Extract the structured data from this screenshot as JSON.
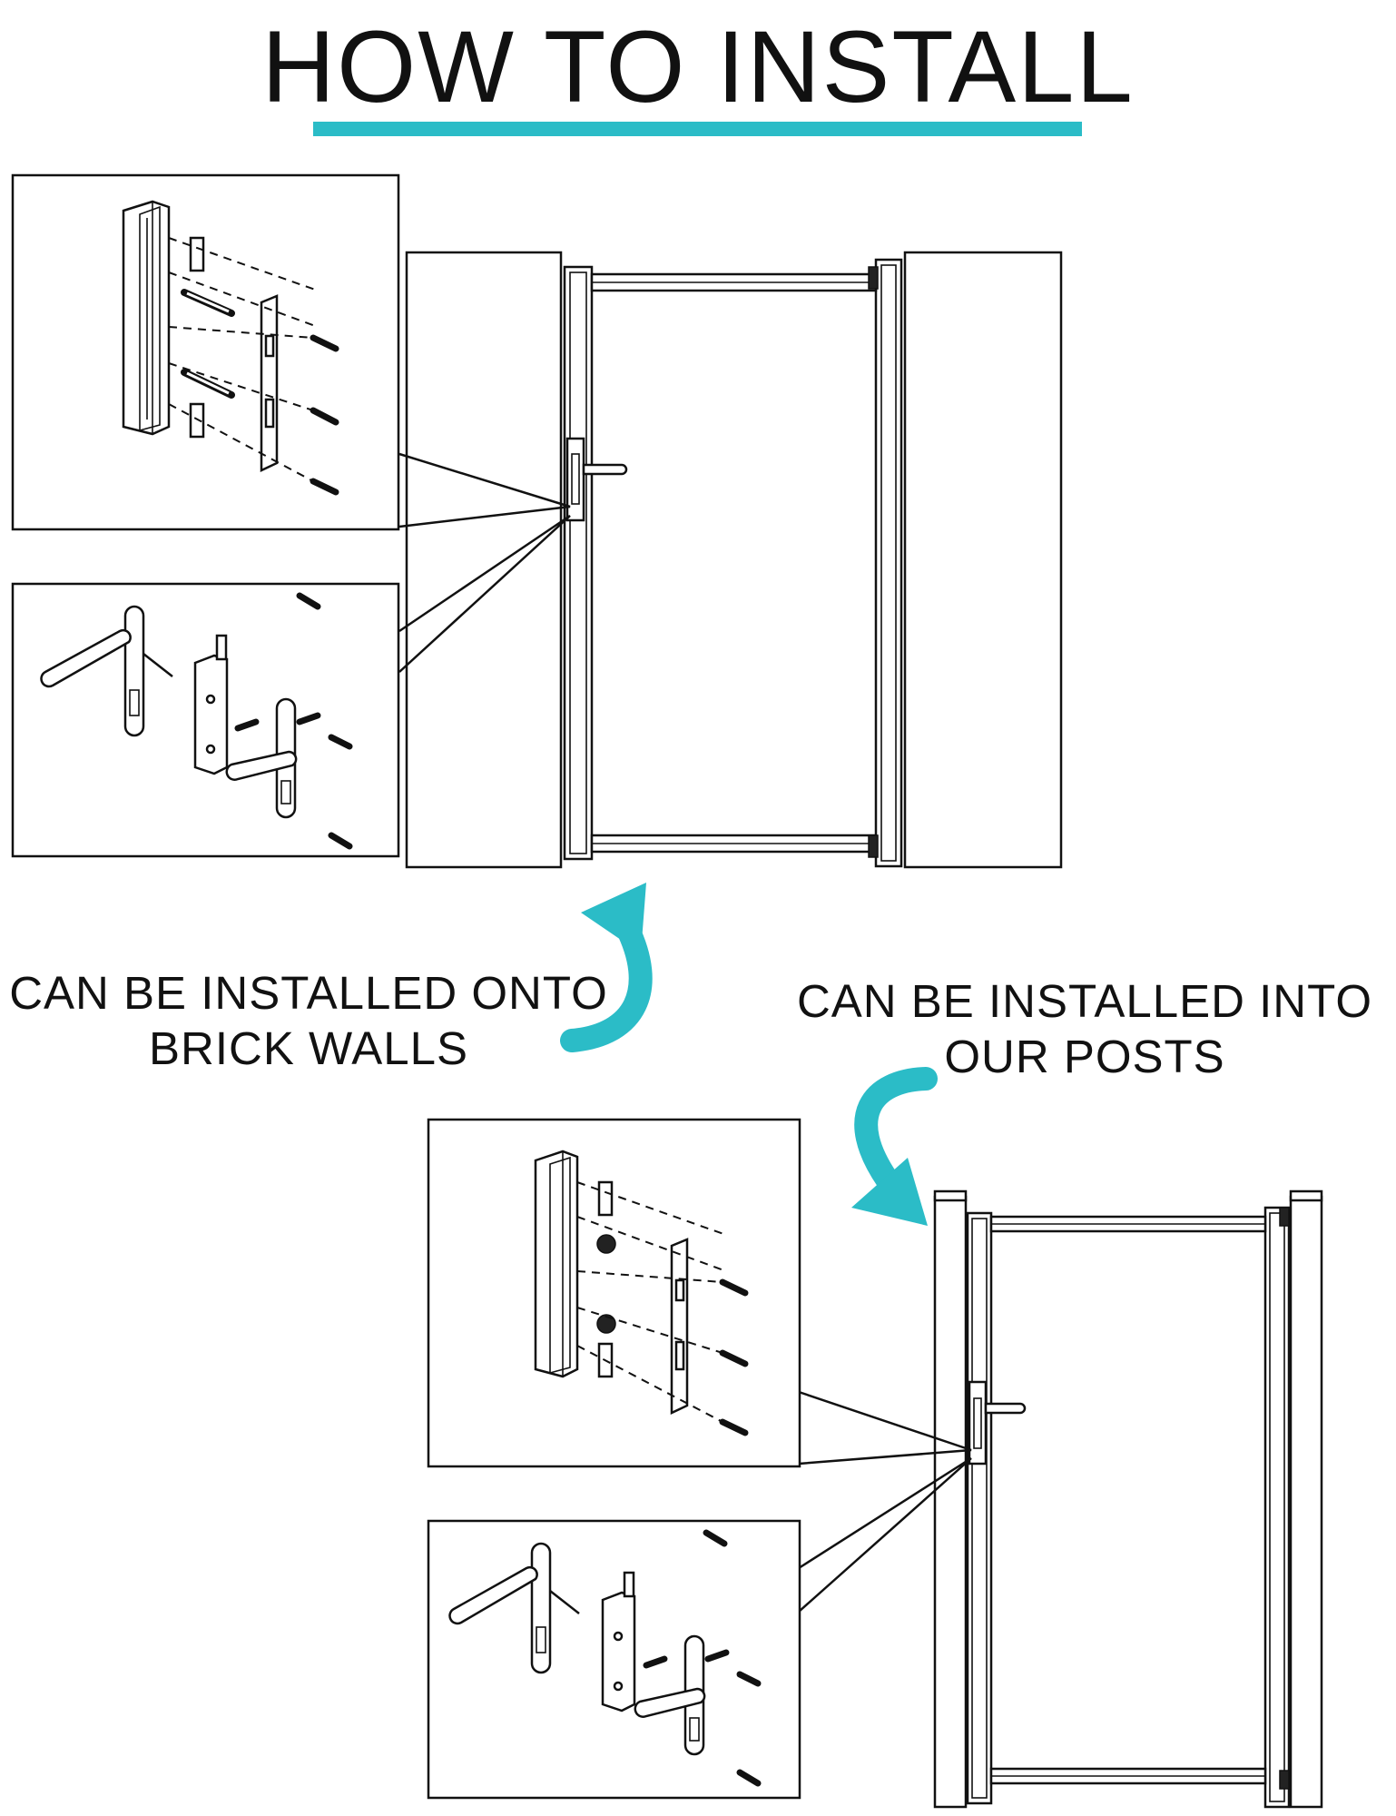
{
  "title": "HOW TO INSTALL",
  "colors": {
    "accent": "#2bbcc7",
    "line": "#111111",
    "background": "#ffffff"
  },
  "captions": {
    "brick": {
      "line1": "CAN BE INSTALLED ONTO",
      "line2": "BRICK WALLS"
    },
    "posts": {
      "line1": "CAN BE INSTALLED INTO",
      "line2": "OUR POSTS"
    }
  },
  "icons": {
    "arrow_brick": "curved-arrow-up-icon",
    "arrow_posts": "curved-arrow-down-icon"
  }
}
